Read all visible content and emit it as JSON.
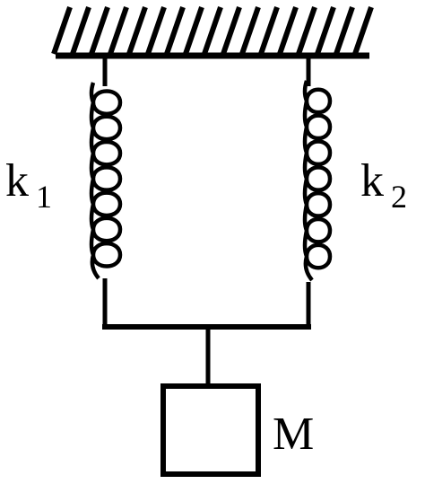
{
  "springs": [
    {
      "letter": "k",
      "subscript": "1"
    },
    {
      "letter": "k",
      "subscript": "2"
    }
  ],
  "mass": {
    "label": "M"
  },
  "colors": {
    "ink": "#000000",
    "background": "#ffffff"
  }
}
